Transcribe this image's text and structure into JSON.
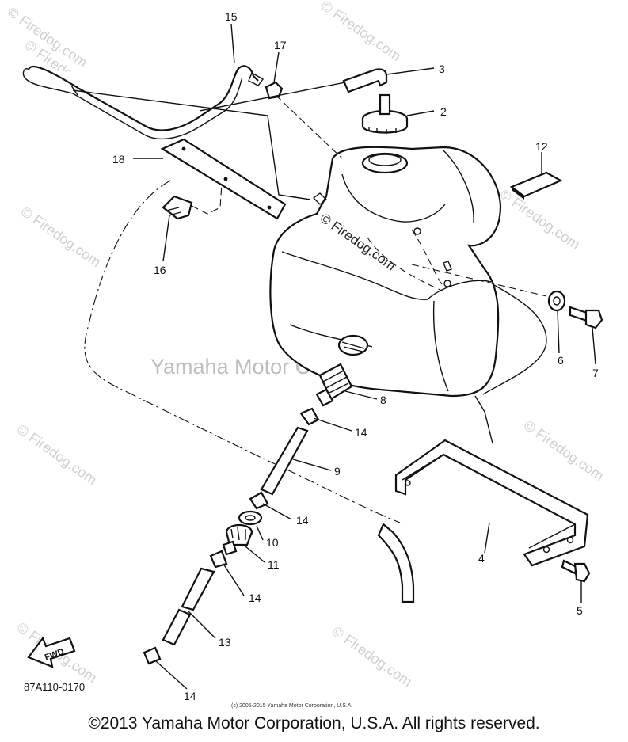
{
  "watermarks": {
    "site": "© Firedog.com",
    "center": "Yamaha Motor Corp., U.S.A.",
    "tank": "© Firedog.com"
  },
  "callouts": {
    "p2": "2",
    "p3": "3",
    "p4": "4",
    "p5": "5",
    "p6": "6",
    "p7": "7",
    "p8": "8",
    "p9": "9",
    "p10": "10",
    "p11": "11",
    "p12": "12",
    "p13": "13",
    "p14": "14",
    "p15": "15",
    "p16": "16",
    "p17": "17",
    "p18": "18"
  },
  "fwd_label": "FWD",
  "part_code": "87A110-0170",
  "small_copyright": "(c) 2005-2015 Yamaha Motor Corporation, U.S.A.",
  "footer_copyright": "©2013 Yamaha Motor Corporation, U.S.A. All rights reserved."
}
